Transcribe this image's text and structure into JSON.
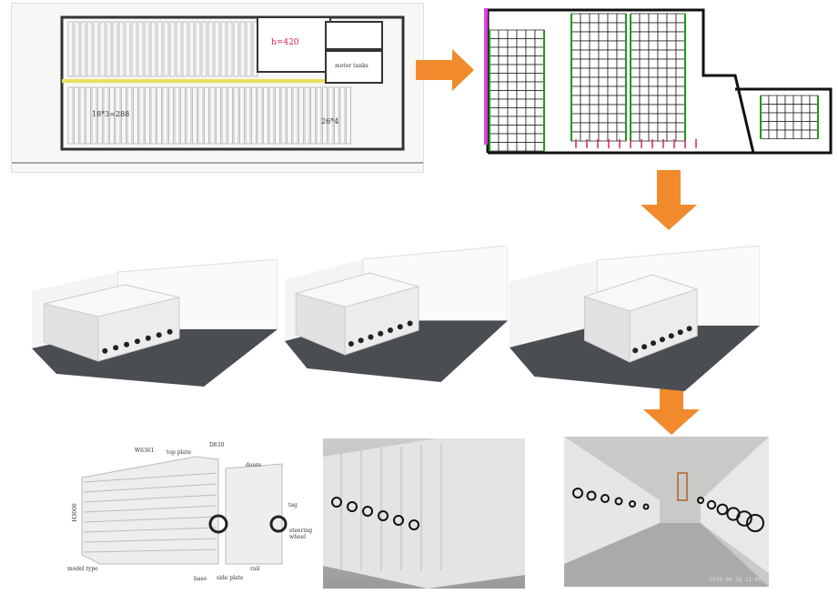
{
  "colors": {
    "arrow": "#f08a2c",
    "rack": "#e8e8e8",
    "floor": "#4a4d52",
    "wall": "#f2f2f2"
  },
  "floor_plan": {
    "annotations": [
      "h=420",
      "motor tanks",
      "18*3=288",
      "26*4"
    ]
  },
  "product_diagram": {
    "labels": {
      "width": "W6361",
      "depth": "D830",
      "height": "H3000",
      "top_plate": "top plate",
      "doors": "doors",
      "tag": "tag",
      "steering_wheel": "steering wheel",
      "rail": "rail",
      "side_plate": "side plate",
      "base": "base",
      "model_type": "model type"
    }
  },
  "photo_right": {
    "timestamp": "2019-06-26 11:06"
  }
}
